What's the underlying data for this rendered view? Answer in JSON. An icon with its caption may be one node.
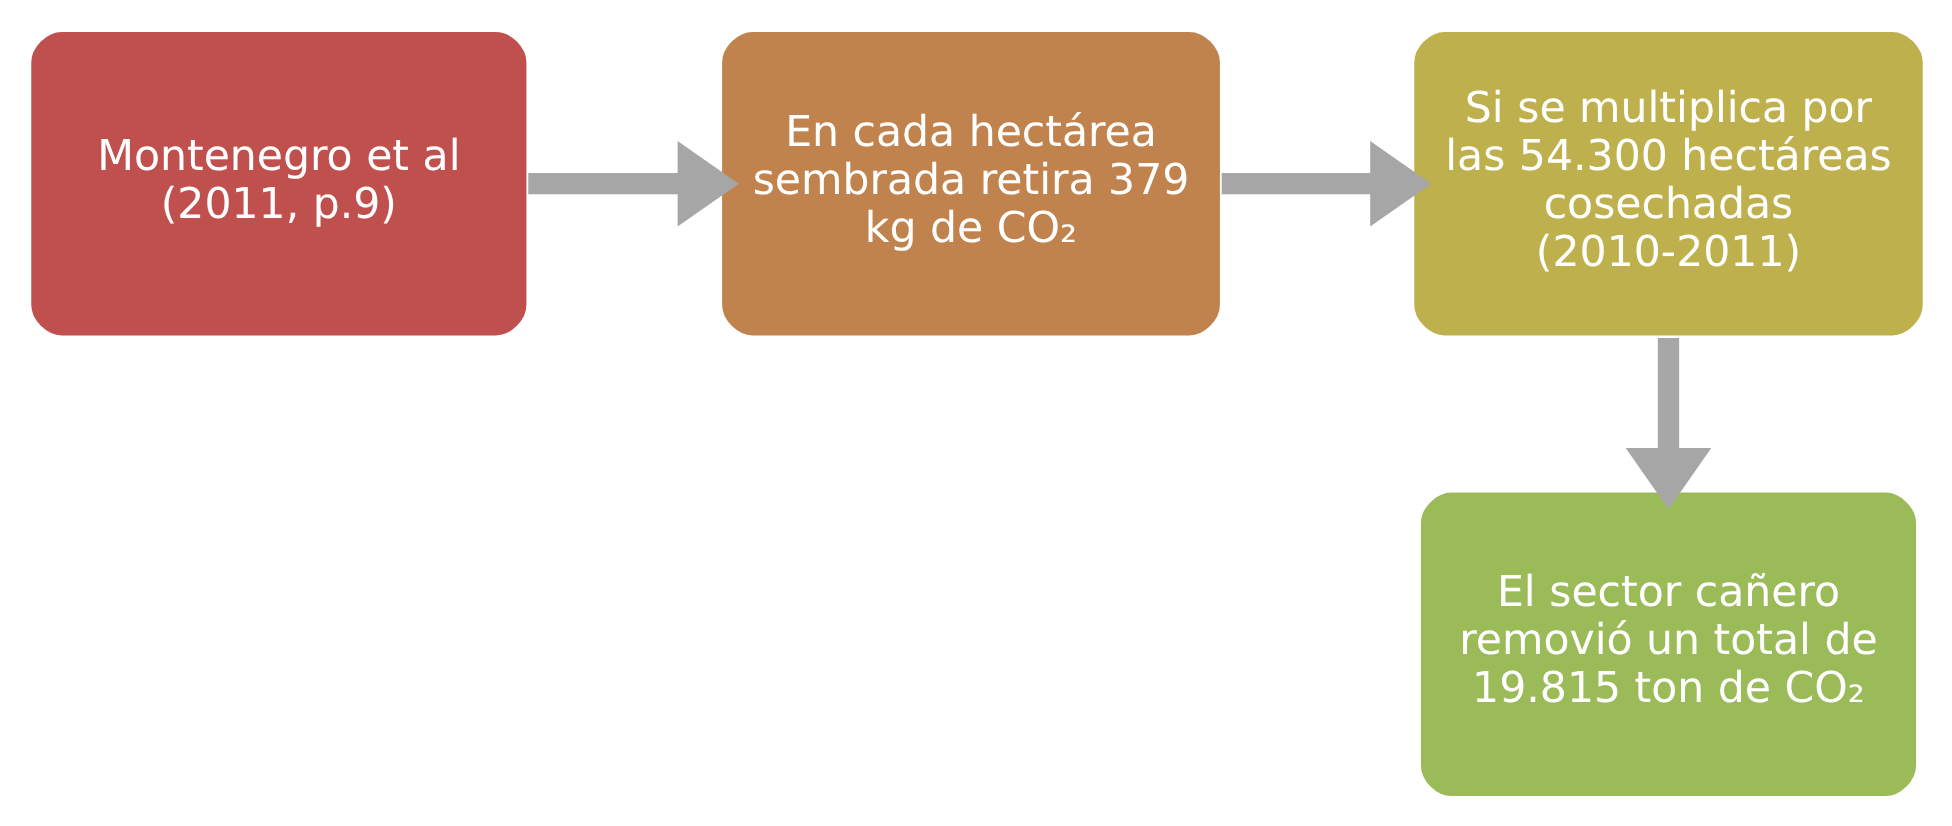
{
  "diagram": {
    "nodes": [
      {
        "text": [
          "Montenegro et al (2011, p.9)"
        ]
      },
      {
        "text": [
          "En cada hectárea sembrada retira 379 kg de CO₂"
        ]
      },
      {
        "text": [
          "Si se multiplica por las 54.300 hectáreas cosechadas (2010-2011)"
        ]
      },
      {
        "text": [
          "El sector cañero removió un total de 19.815 ton de CO₂"
        ]
      }
    ],
    "edges": [
      {
        "from": 0,
        "to": 1,
        "arrow": "to"
      },
      {
        "from": 1,
        "to": 2,
        "arrow": "to"
      },
      {
        "from": 2,
        "to": 3,
        "arrow": "to"
      }
    ]
  }
}
